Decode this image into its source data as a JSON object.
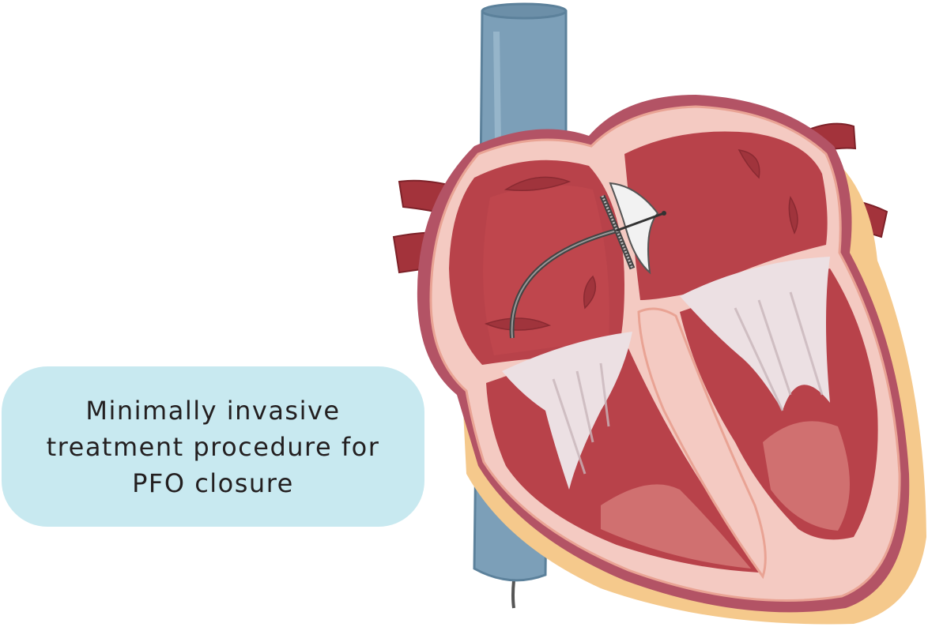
{
  "caption": {
    "lines": [
      "Minimally invasive",
      "treatment procedure for",
      "PFO closure"
    ]
  },
  "colors": {
    "label_background": "#c8e9f0",
    "vein_blue": "#7c9fb8",
    "heart_pink": "#f4cac2",
    "chamber_red": "#bf454b",
    "vessel_dark_red": "#a3333b",
    "fat_yellow": "#f5c98c",
    "valve_white": "#ece0e3"
  }
}
